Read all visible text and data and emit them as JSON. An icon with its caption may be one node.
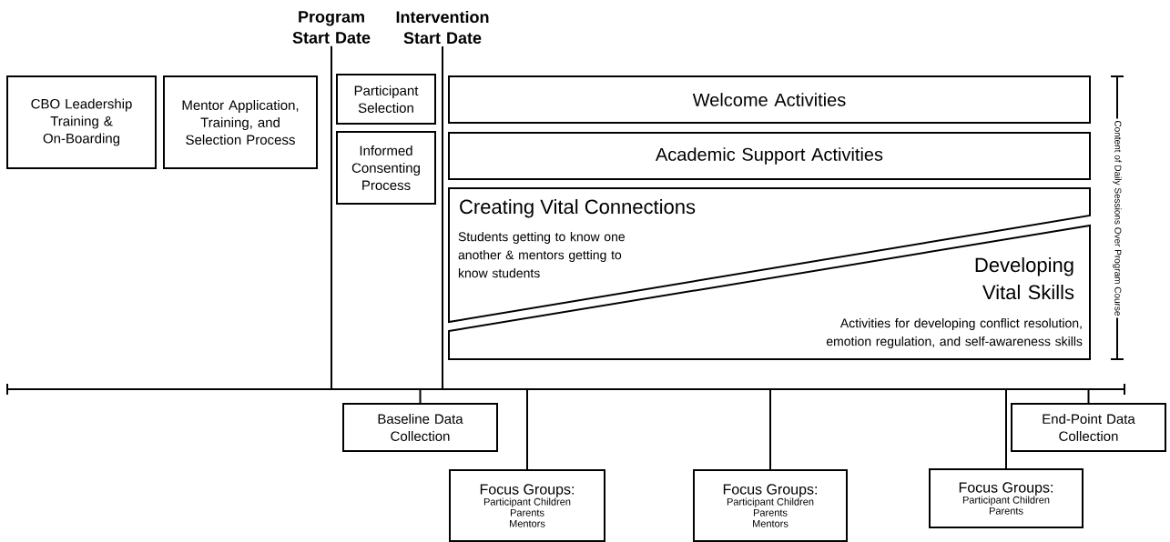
{
  "diagram": {
    "nodes": [
      {
        "text": [
          "Program Start Date"
        ]
      },
      {
        "text": [
          "Intervention Start Date"
        ]
      },
      {
        "text": [
          "CBO Leadership Training & On-Boarding"
        ]
      },
      {
        "text": [
          "Mentor Application, Training, and Selection Process"
        ]
      },
      {
        "text": [
          "Participant Selection"
        ]
      },
      {
        "text": [
          "Informed Consenting Process"
        ]
      },
      {
        "text": [
          "Welcome Activities"
        ]
      },
      {
        "text": [
          "Academic Support Activities"
        ]
      },
      {
        "text": [
          "Creating Vital Connections",
          "Students getting to know one another & mentors getting to know students"
        ]
      },
      {
        "text": [
          "Developing Vital Skills",
          "Activities for developing conflict resolution, emotion regulation, and self-awareness skills"
        ]
      },
      {
        "text": [],
        "shape": "bar"
      },
      {
        "text": [
          "Baseline Data Collection"
        ]
      },
      {
        "text": [
          "Focus Groups:",
          "Participant Children",
          "Parents",
          "Mentors"
        ]
      },
      {
        "text": [
          "Focus Groups:",
          "Participant Children",
          "Parents",
          "Mentors"
        ]
      },
      {
        "text": [
          "Focus Groups:",
          "Participant Children",
          "Parents"
        ]
      },
      {
        "text": [
          "End-Point Data Collection"
        ]
      }
    ],
    "edges": [
      {
        "from": 0,
        "to": 10,
        "arrow": "none"
      },
      {
        "from": 1,
        "to": 10,
        "arrow": "none"
      },
      {
        "from": 10,
        "to": 11,
        "arrow": "none"
      },
      {
        "from": 10,
        "to": 12,
        "arrow": "none"
      },
      {
        "from": 10,
        "to": 13,
        "arrow": "none"
      },
      {
        "from": 10,
        "to": 14,
        "arrow": "none"
      },
      {
        "from": 10,
        "to": 15,
        "arrow": "none"
      }
    ],
    "labels": [
      "Content of Daily Sessions Over Program Course"
    ]
  }
}
